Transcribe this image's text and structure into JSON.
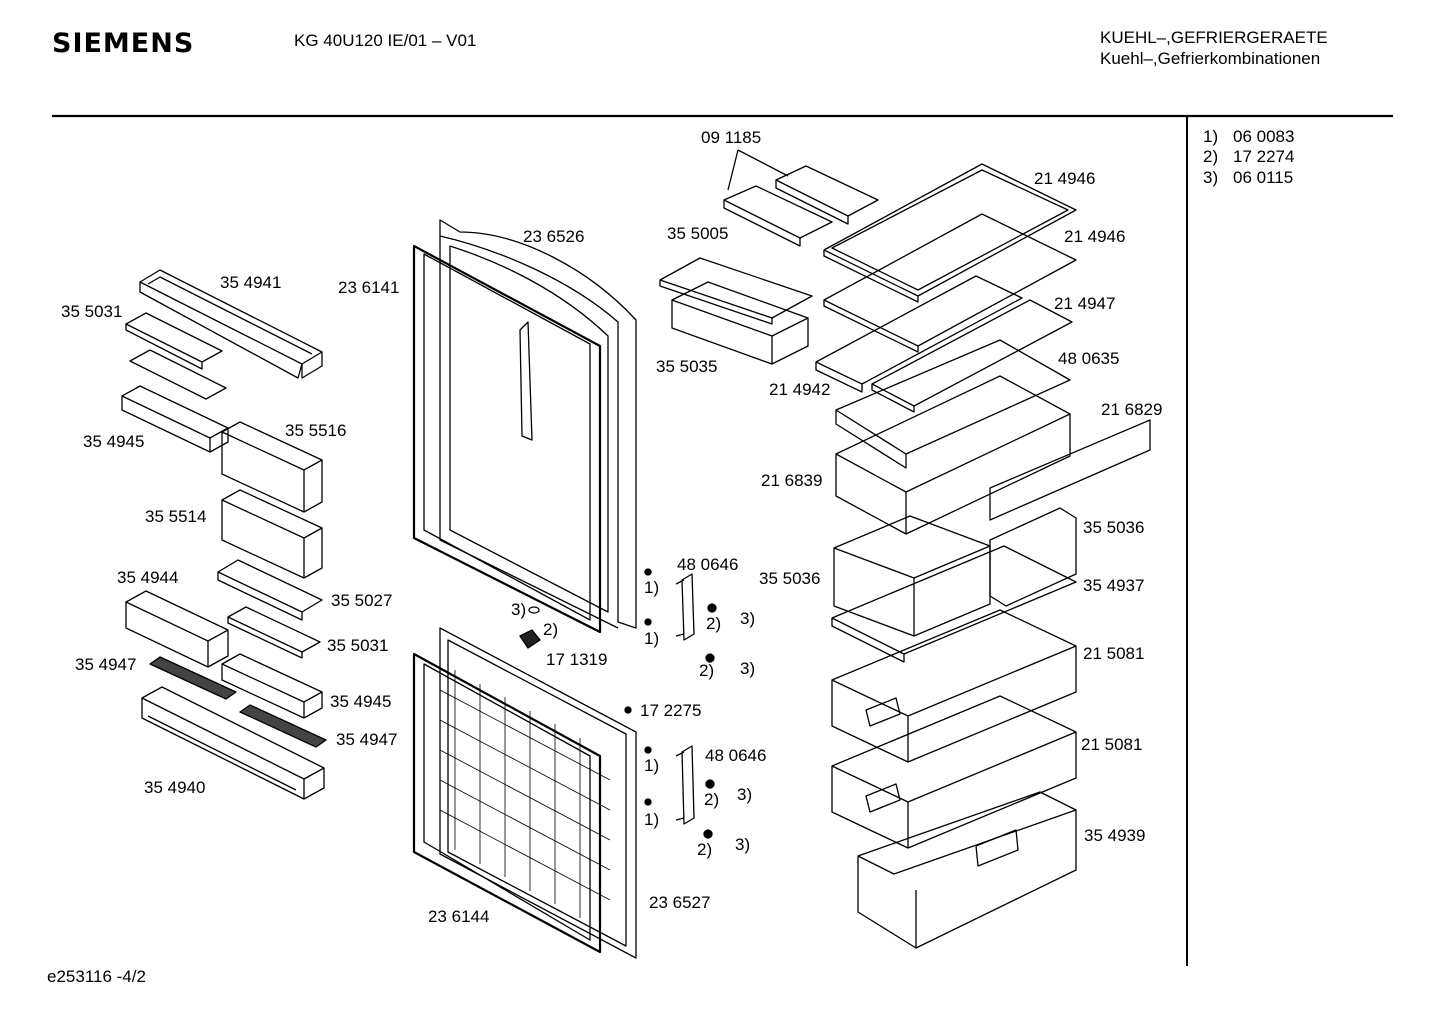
{
  "header": {
    "brand": "SIEMENS",
    "model": "KG 40U120 IE/01 – V01",
    "category_line1": "KUEHL–,GEFRIERGERAETE",
    "category_line2": "Kuehl–,Gefrierkombinationen"
  },
  "legend": [
    {
      "key": "1)",
      "part": "06 0083"
    },
    {
      "key": "2)",
      "part": "17 2274"
    },
    {
      "key": "3)",
      "part": "06 0115"
    }
  ],
  "footer": {
    "doc_id": "e253116 -4/2"
  },
  "labels": {
    "p091185": "09 1185",
    "p214946a": "21 4946",
    "p214946b": "21 4946",
    "p214947": "21 4947",
    "p480635": "48 0635",
    "p216829": "21 6829",
    "p216839": "21 6839",
    "p214942": "21 4942",
    "p355005": "35 5005",
    "p355035": "35 5035",
    "p236526": "23 6526",
    "p236141": "23 6141",
    "p354941": "35 4941",
    "p355031a": "35 5031",
    "p354945a": "35 4945",
    "p355516": "35 5516",
    "p355514": "35 5514",
    "p354944": "35 4944",
    "p355027": "35 5027",
    "p355031b": "35 5031",
    "p354947a": "35 4947",
    "p354945b": "35 4945",
    "p354947b": "35 4947",
    "p354940": "35 4940",
    "p480646a": "48 0646",
    "p171319": "17 1319",
    "p172275": "17 2275",
    "p480646b": "48 0646",
    "p236144": "23 6144",
    "p236527": "23 6527",
    "p355036a": "35 5036",
    "p355036b": "35 5036",
    "p354937": "35 4937",
    "p215081a": "21 5081",
    "p215081b": "21 5081",
    "p354939": "35 4939"
  },
  "refs": {
    "r1": "1)",
    "r2": "1)",
    "r3": "1)",
    "r4": "1)",
    "s1": "2)",
    "s2": "2)",
    "s3": "2)",
    "s4": "2)",
    "s5": "2)",
    "w1": "3)",
    "w2": "3)",
    "w3": "3)",
    "w4": "3)",
    "w5": "3)"
  }
}
